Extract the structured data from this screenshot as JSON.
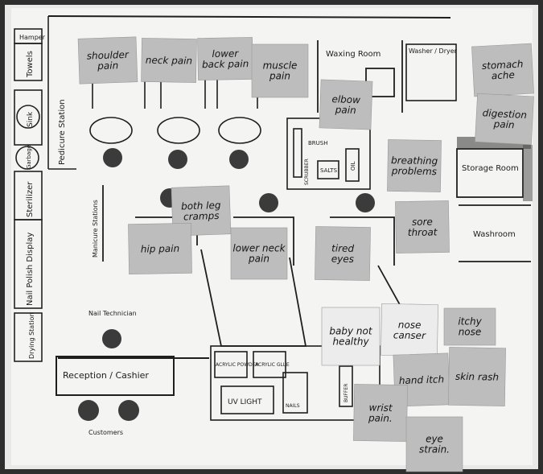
{
  "floorplan": {
    "side_labels": [
      "Hamper",
      "Towels",
      "Sink",
      "Garbage",
      "Sterilizer",
      "Nail Polish Display",
      "Drying Station"
    ],
    "pedicure_label": "Pedicure Station",
    "waxing_room": "Waxing Room",
    "washer_dryer": "Washer / Dryer",
    "storage_room": "Storage Room",
    "washroom": "Washroom",
    "manicure_label": "Manicure Stations",
    "nail_tech": "Nail Technician",
    "reception": "Reception / Cashier",
    "customers": "Customers",
    "brush": "BRUSH",
    "scrubber": "SCRUBBER",
    "salts": "SALTS",
    "oil": "OIL",
    "acrylic_powder": "ACRYLIC POWDER",
    "acrylic_glue": "ACRYLIC GLUE",
    "uv_light": "UV LIGHT",
    "nails": "NAILS",
    "buffer": "BUFFER"
  },
  "sticky_notes": [
    {
      "id": "shoulder",
      "text": "shoulder pain"
    },
    {
      "id": "neck",
      "text": "neck pain"
    },
    {
      "id": "lower-back",
      "text": "lower back pain"
    },
    {
      "id": "muscle",
      "text": "muscle pain"
    },
    {
      "id": "elbow",
      "text": "elbow pain"
    },
    {
      "id": "stomach",
      "text": "stomach ache"
    },
    {
      "id": "digestion",
      "text": "digestion pain"
    },
    {
      "id": "breathing",
      "text": "breathing problems"
    },
    {
      "id": "leg-cramps",
      "text": "both leg cramps"
    },
    {
      "id": "hip",
      "text": "hip pain"
    },
    {
      "id": "lower-neck",
      "text": "lower neck pain"
    },
    {
      "id": "tired-eyes",
      "text": "tired eyes"
    },
    {
      "id": "sore-throat",
      "text": "sore throat"
    },
    {
      "id": "baby",
      "text": "baby not healthy"
    },
    {
      "id": "nose-cancer",
      "text": "nose canser"
    },
    {
      "id": "itchy-nose",
      "text": "itchy nose"
    },
    {
      "id": "hand-itch",
      "text": "hand itch"
    },
    {
      "id": "skin-rash",
      "text": "skin rash"
    },
    {
      "id": "wrist",
      "text": "wrist pain."
    },
    {
      "id": "eye-strain",
      "text": "eye strain."
    }
  ],
  "colors": {
    "note": "#bdbdbd",
    "note_white": "#ececec",
    "paper": "#f3f3f1"
  }
}
